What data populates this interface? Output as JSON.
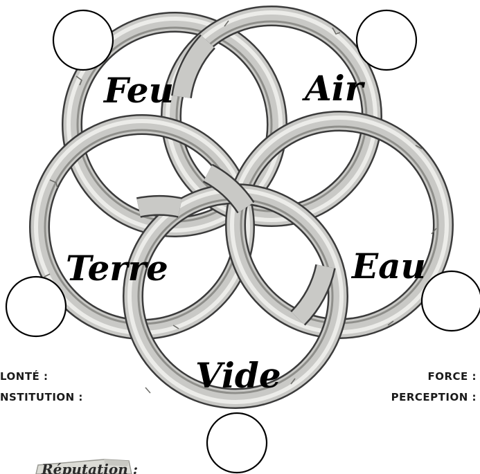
{
  "elements": {
    "feu": "Feu",
    "air": "Air",
    "terre": "Terre",
    "eau": "Eau",
    "vide": "Vide"
  },
  "attributes": {
    "volonte": "LONTÉ :",
    "constitution": "NSTITUTION :",
    "force": "FORCE :",
    "perception": "PERCEPTION :"
  },
  "reputation": "Réputation :",
  "colors": {
    "ring_stone": "#c9c9c6",
    "ring_outline": "#3b3b3b",
    "text": "#000000"
  }
}
